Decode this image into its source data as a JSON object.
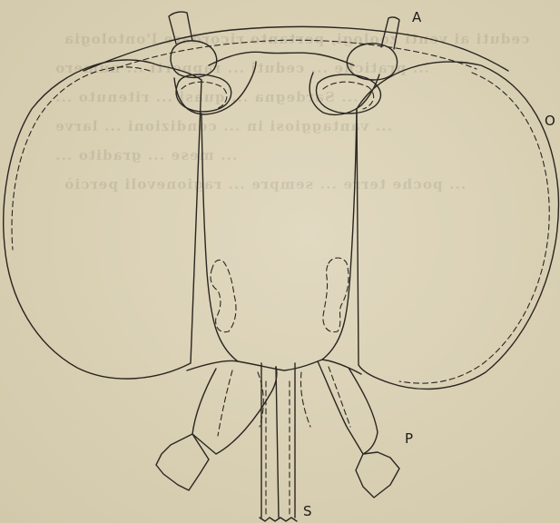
{
  "figure": {
    "labels": {
      "antenna": "A",
      "eye": "O",
      "palp": "P",
      "proboscis": "S"
    },
    "background_color": "#dcd3b8",
    "ink_color": "#2a2620",
    "show_through_text": [
      "ceduti ai venti zoologi, pertanto ricordare l'ontologia",
      "... pratiche ... ceduti ... rapporti ... numero",
      "... Sardegna ... quasi ... ritenuto ...",
      "... vantaggiosi in ... condizioni ... larve",
      "... mese ... gradito ...",
      "... poche terre ... sempre ... ragionevoli perciò"
    ]
  }
}
